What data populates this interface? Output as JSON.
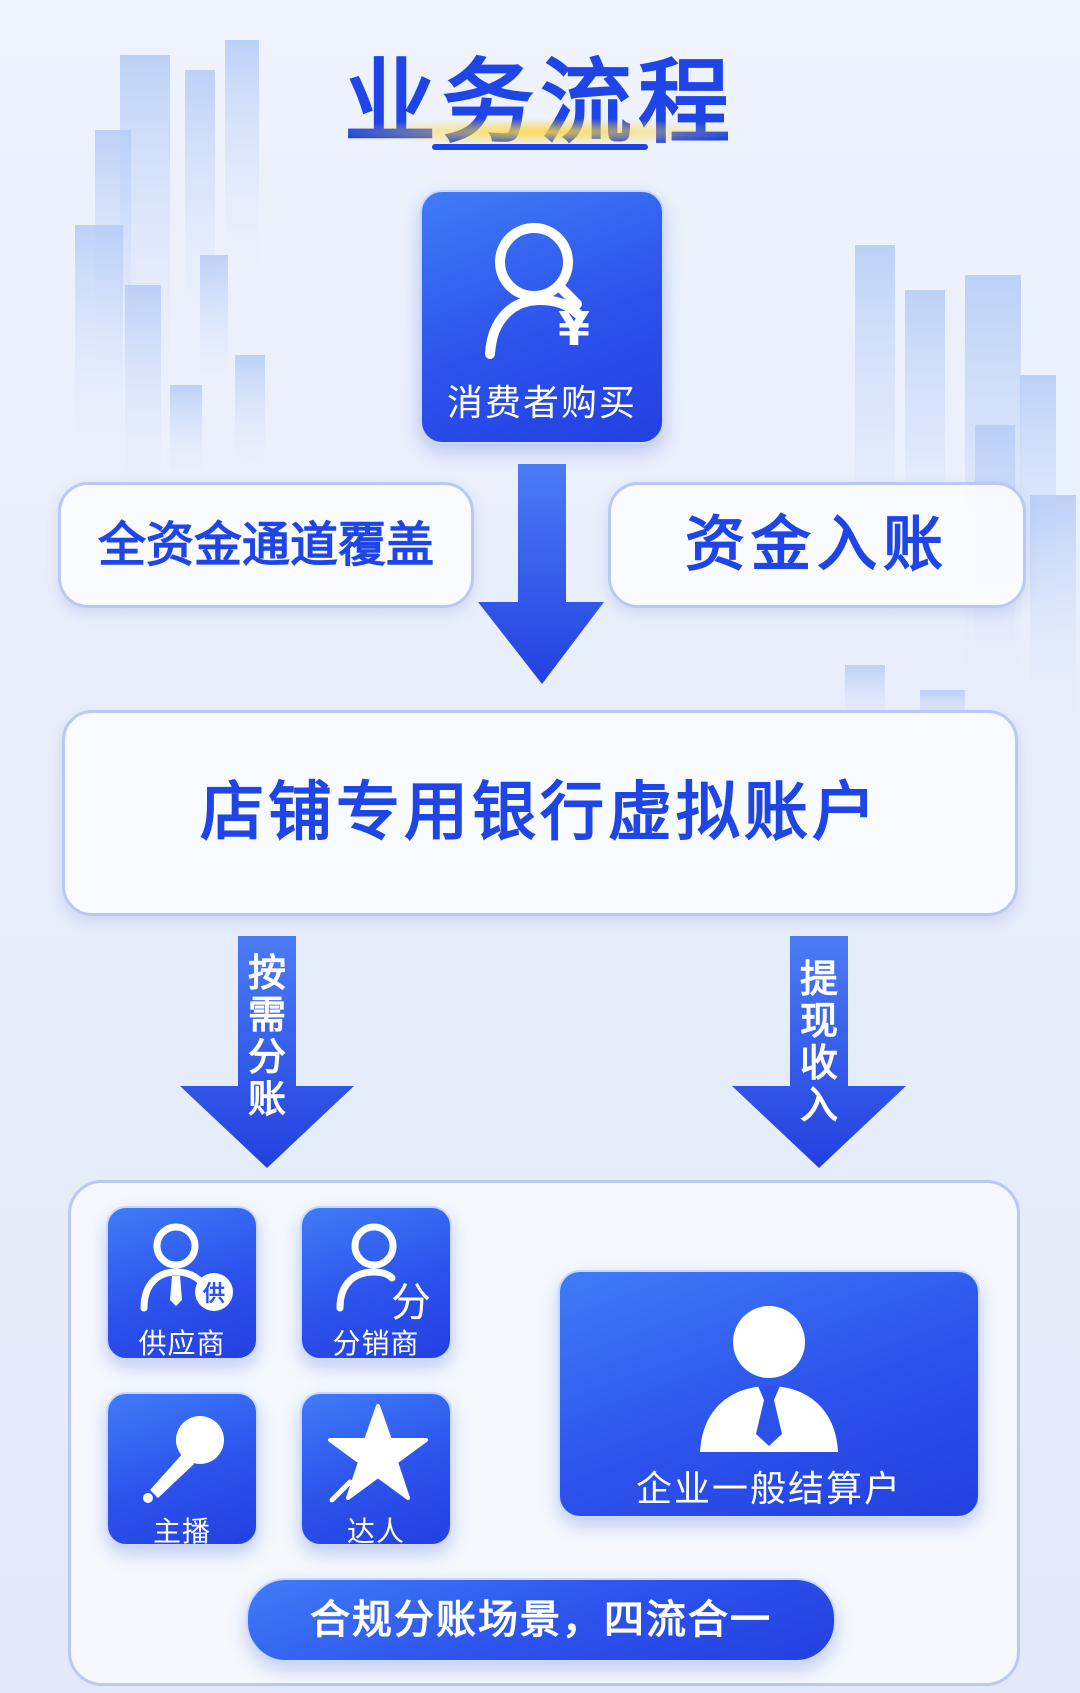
{
  "title": "业务流程",
  "consumer": {
    "label": "消费者购买",
    "currency_symbol": "¥"
  },
  "left_pill": "全资金通道覆盖",
  "right_pill": "资金入账",
  "bank_account": "店铺专用银行虚拟账户",
  "arrow_left_label": [
    "按",
    "需",
    "分",
    "账"
  ],
  "arrow_right_label": [
    "提",
    "现",
    "收",
    "入"
  ],
  "roles": [
    {
      "label": "供应商",
      "badge": "供",
      "icon": "supplier-icon"
    },
    {
      "label": "分销商",
      "badge": "分",
      "icon": "distributor-icon"
    },
    {
      "label": "主播",
      "icon": "microphone-icon"
    },
    {
      "label": "达人",
      "icon": "star-icon"
    }
  ],
  "enterprise": {
    "label": "企业一般结算户",
    "icon": "businessman-icon"
  },
  "slogan": "合规分账场景，四流合一",
  "colors": {
    "primary": "#1f45e6",
    "tile_gradient_start": "#3f7cf7",
    "tile_gradient_end": "#2340e0",
    "border": "#b9c9f2"
  }
}
